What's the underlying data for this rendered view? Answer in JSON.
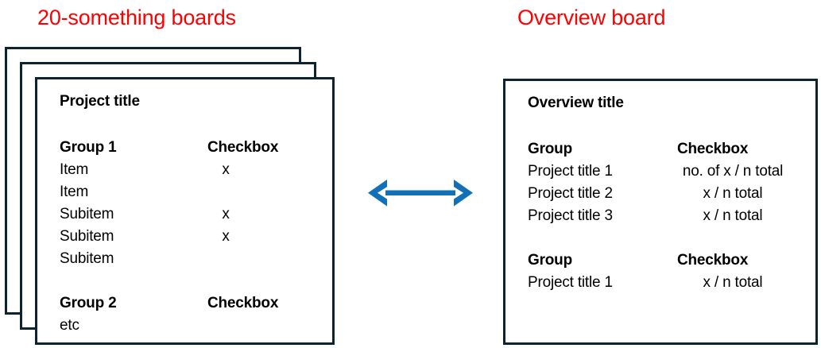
{
  "headings": {
    "left": "20-something boards",
    "right": "Overview board",
    "color": "#FF0000"
  },
  "colors": {
    "card_border": "#0C2330",
    "arrow": "#1270B8",
    "text": "#000000",
    "background": "#FFFFFF"
  },
  "project_board": {
    "stack_count": 3,
    "title": "Project title",
    "rows": [
      {
        "type": "header",
        "label": "Group 1",
        "value": "Checkbox"
      },
      {
        "type": "item",
        "label": "Item",
        "value": "x"
      },
      {
        "type": "item",
        "label": "Item",
        "value": ""
      },
      {
        "type": "item",
        "label": "Subitem",
        "value": "x"
      },
      {
        "type": "item",
        "label": "Subitem",
        "value": "x"
      },
      {
        "type": "item",
        "label": "Subitem",
        "value": ""
      },
      {
        "type": "spacer",
        "label": "",
        "value": ""
      },
      {
        "type": "header",
        "label": "Group 2",
        "value": "Checkbox"
      },
      {
        "type": "item",
        "label": "etc",
        "value": ""
      }
    ]
  },
  "overview_board": {
    "title": "Overview title",
    "rows": [
      {
        "type": "header",
        "label": "Group",
        "value": "Checkbox"
      },
      {
        "type": "item",
        "label": "Project title 1",
        "value": "no. of x / n total"
      },
      {
        "type": "item",
        "label": "Project title 2",
        "value": "x / n total"
      },
      {
        "type": "item",
        "label": "Project title 3",
        "value": "x / n total"
      },
      {
        "type": "spacer",
        "label": "",
        "value": ""
      },
      {
        "type": "header",
        "label": "Group",
        "value": "Checkbox"
      },
      {
        "type": "item",
        "label": "Project title 1",
        "value": "x / n total"
      }
    ]
  },
  "arrow": {
    "icon": "double-headed-arrow-icon",
    "direction": "bidirectional"
  }
}
